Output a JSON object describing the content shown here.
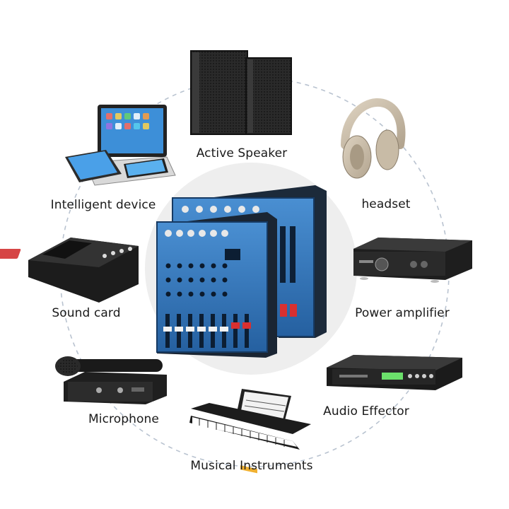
{
  "labels": {
    "active_speaker": "Active Speaker",
    "headset": "headset",
    "intelligent_device": "Intelligent device",
    "sound_card": "Sound card",
    "power_amplifier": "Power amplifier",
    "microphone": "Microphone",
    "audio_effector": "Audio Effector",
    "musical_instruments": "Musical Instruments"
  },
  "colors": {
    "ring": "#b9c3d0",
    "center_disc": "#eeeeee",
    "mixer_blue": "#2f6fb0",
    "label_text": "#1a1a1a"
  }
}
